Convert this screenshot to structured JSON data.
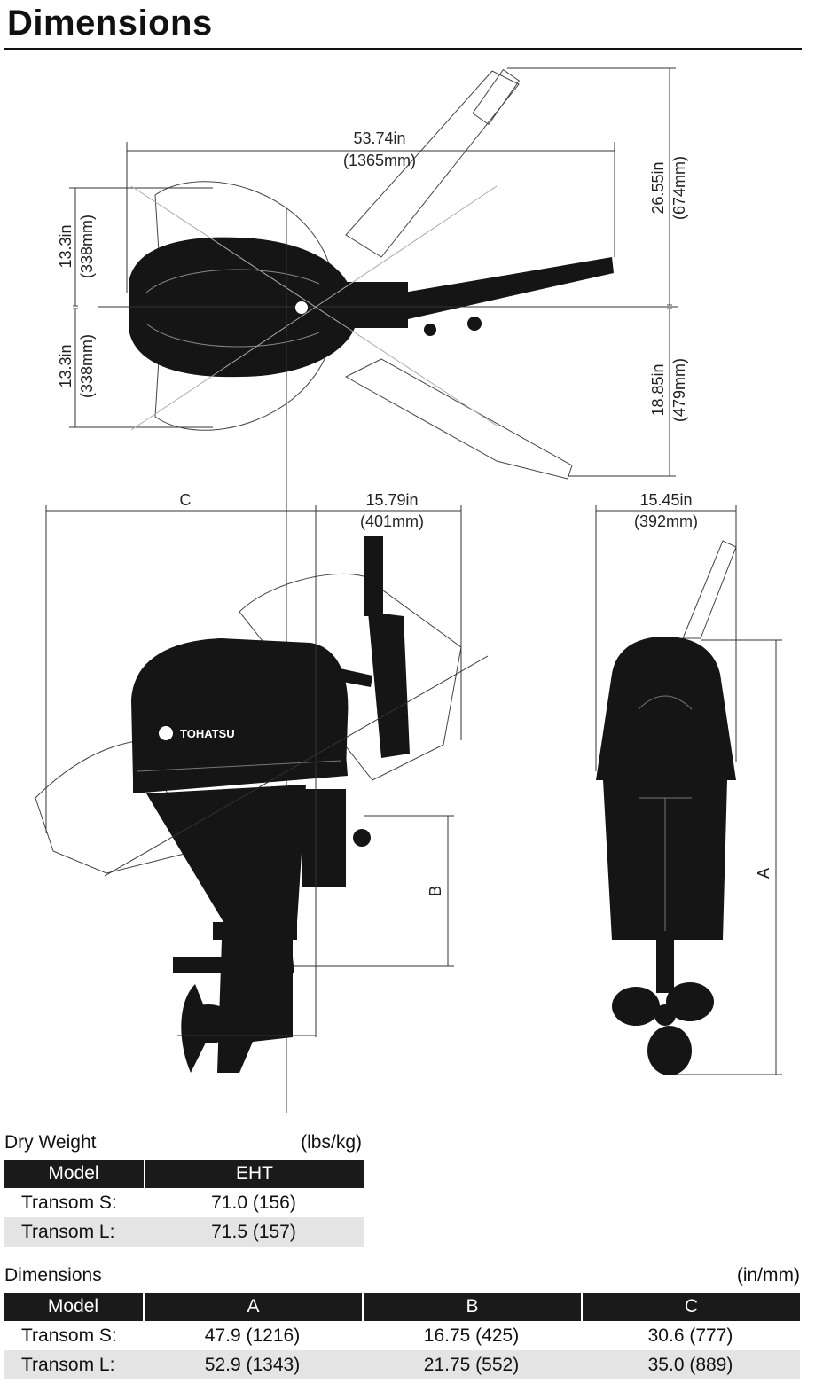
{
  "page": {
    "title": "Dimensions"
  },
  "drawing": {
    "brand_logo": "TOHATSU",
    "top_view": {
      "overall_length": {
        "in": "53.74in",
        "mm": "(1365mm)"
      },
      "half_width_upper": {
        "in": "13.3in",
        "mm": "(338mm)"
      },
      "half_width_lower": {
        "in": "13.3in",
        "mm": "(338mm)"
      },
      "tiller_swing_upper": {
        "in": "26.55in",
        "mm": "(674mm)"
      },
      "tiller_swing_lower": {
        "in": "18.85in",
        "mm": "(479mm)"
      }
    },
    "side_view": {
      "label_c": "C",
      "tiller_reach": {
        "in": "15.79in",
        "mm": "(401mm)"
      },
      "label_b": "B"
    },
    "rear_view": {
      "width": {
        "in": "15.45in",
        "mm": "(392mm)"
      },
      "label_a": "A"
    }
  },
  "dry_weight": {
    "label": "Dry Weight",
    "unit": "(lbs/kg)",
    "headers": [
      "Model",
      "EHT"
    ],
    "rows": [
      [
        "Transom S:",
        "71.0 (156)"
      ],
      [
        "Transom L:",
        "71.5 (157)"
      ]
    ]
  },
  "dimensions_table": {
    "label": "Dimensions",
    "unit": "(in/mm)",
    "headers": [
      "Model",
      "A",
      "B",
      "C"
    ],
    "rows": [
      [
        "Transom S:",
        "47.9 (1216)",
        "16.75 (425)",
        "30.6 (777)"
      ],
      [
        "Transom L:",
        "52.9 (1343)",
        "21.75 (552)",
        "35.0 (889)"
      ]
    ]
  }
}
